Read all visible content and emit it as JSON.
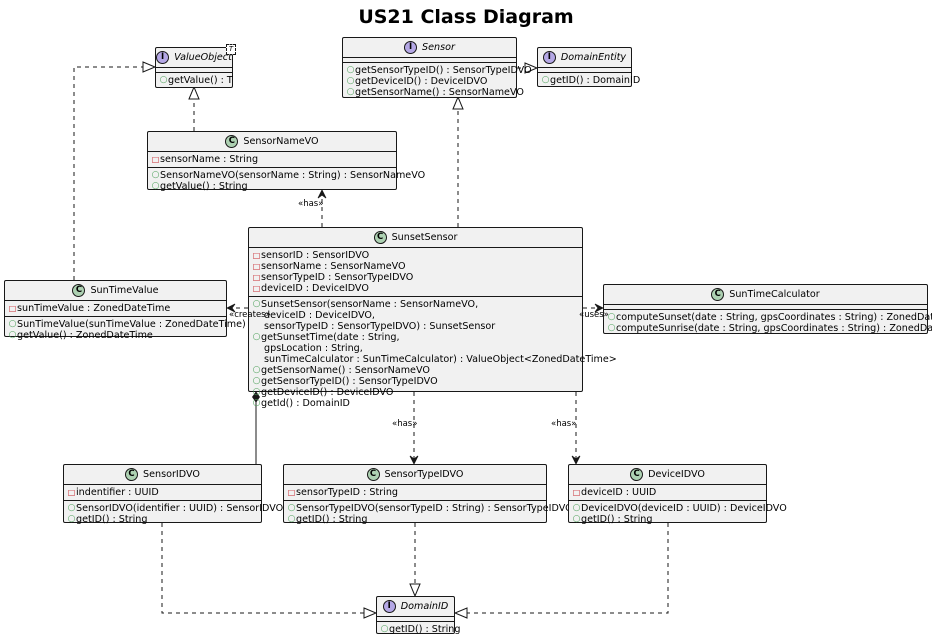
{
  "title": "US21 Class Diagram",
  "classes": {
    "value_object": {
      "kind": "I",
      "name": "ValueObject",
      "type_param": "T",
      "methods": [
        {
          "vis": "+",
          "text": "getValue() : T"
        }
      ]
    },
    "sensor": {
      "kind": "I",
      "name": "Sensor",
      "methods": [
        {
          "vis": "+",
          "text": "getSensorTypeID() : SensorTypeIDVO"
        },
        {
          "vis": "+",
          "text": "getDeviceID() : DeviceIDVO"
        },
        {
          "vis": "+",
          "text": "getSensorName() : SensorNameVO"
        }
      ]
    },
    "domain_entity": {
      "kind": "I",
      "name": "DomainEntity",
      "methods": [
        {
          "vis": "+",
          "text": "getID() : DomainID"
        }
      ]
    },
    "sensor_name_vo": {
      "kind": "C",
      "name": "SensorNameVO",
      "fields": [
        {
          "vis": "-",
          "text": "sensorName : String"
        }
      ],
      "methods": [
        {
          "vis": "+",
          "text": "SensorNameVO(sensorName : String) : SensorNameVO"
        },
        {
          "vis": "+",
          "text": "getValue() : String"
        }
      ]
    },
    "sunset_sensor": {
      "kind": "C",
      "name": "SunsetSensor",
      "fields": [
        {
          "vis": "-",
          "text": "sensorID : SensorIDVO"
        },
        {
          "vis": "-",
          "text": "sensorName : SensorNameVO"
        },
        {
          "vis": "-",
          "text": "sensorTypeID : SensorTypeIDVO"
        },
        {
          "vis": "-",
          "text": "deviceID : DeviceIDVO"
        }
      ],
      "methods": [
        {
          "vis": "+",
          "text": "SunsetSensor(sensorName : SensorNameVO,\n deviceID : DeviceIDVO,\n sensorTypeID : SensorTypeIDVO) : SunsetSensor"
        },
        {
          "vis": "+",
          "text": "getSunsetTime(date : String,\n gpsLocation : String,\n sunTimeCalculator : SunTimeCalculator) : ValueObject<ZonedDateTime>"
        },
        {
          "vis": "+",
          "text": "getSensorName() : SensorNameVO"
        },
        {
          "vis": "+",
          "text": "getSensorTypeID() : SensorTypeIDVO"
        },
        {
          "vis": "+",
          "text": "getDeviceID() : DeviceIDVO"
        },
        {
          "vis": "+",
          "text": "getId() : DomainID"
        }
      ]
    },
    "sun_time_value": {
      "kind": "C",
      "name": "SunTimeValue",
      "fields": [
        {
          "vis": "-",
          "text": "sunTimeValue : ZonedDateTime"
        }
      ],
      "methods": [
        {
          "vis": "+",
          "text": "SunTimeValue(sunTimeValue : ZonedDateTime)"
        },
        {
          "vis": "+",
          "text": "getValue() : ZonedDateTime"
        }
      ]
    },
    "sun_time_calculator": {
      "kind": "C",
      "name": "SunTimeCalculator",
      "fields": [],
      "methods": [
        {
          "vis": "+",
          "text": "computeSunset(date : String, gpsCoordinates : String) : ZonedDateTime"
        },
        {
          "vis": "+",
          "text": "computeSunrise(date : String, gpsCoordinates : String) : ZonedDateTime"
        }
      ]
    },
    "sensor_id_vo": {
      "kind": "C",
      "name": "SensorIDVO",
      "fields": [
        {
          "vis": "-",
          "text": "indentifier : UUID"
        }
      ],
      "methods": [
        {
          "vis": "+",
          "text": "SensorIDVO(identifier : UUID) : SensorIDVO"
        },
        {
          "vis": "+",
          "text": "getID() : String"
        }
      ]
    },
    "sensor_type_id_vo": {
      "kind": "C",
      "name": "SensorTypeIDVO",
      "fields": [
        {
          "vis": "-",
          "text": "sensorTypeID : String"
        }
      ],
      "methods": [
        {
          "vis": "+",
          "text": "SensorTypeIDVO(sensorTypeID : String) : SensorTypeIDVO"
        },
        {
          "vis": "+",
          "text": "getID() : String"
        }
      ]
    },
    "device_id_vo": {
      "kind": "C",
      "name": "DeviceIDVO",
      "fields": [
        {
          "vis": "-",
          "text": "deviceID : UUID"
        }
      ],
      "methods": [
        {
          "vis": "+",
          "text": "DeviceIDVO(deviceID : UUID) : DeviceIDVO"
        },
        {
          "vis": "+",
          "text": "getID() : String"
        }
      ]
    },
    "domain_id": {
      "kind": "I",
      "name": "DomainID",
      "methods": [
        {
          "vis": "+",
          "text": "getID() : String"
        }
      ]
    }
  },
  "relation_labels": {
    "has_name": "«has»",
    "creates": "«creates»",
    "uses": "«uses»",
    "has_type": "«has»",
    "has_device": "«has»"
  }
}
